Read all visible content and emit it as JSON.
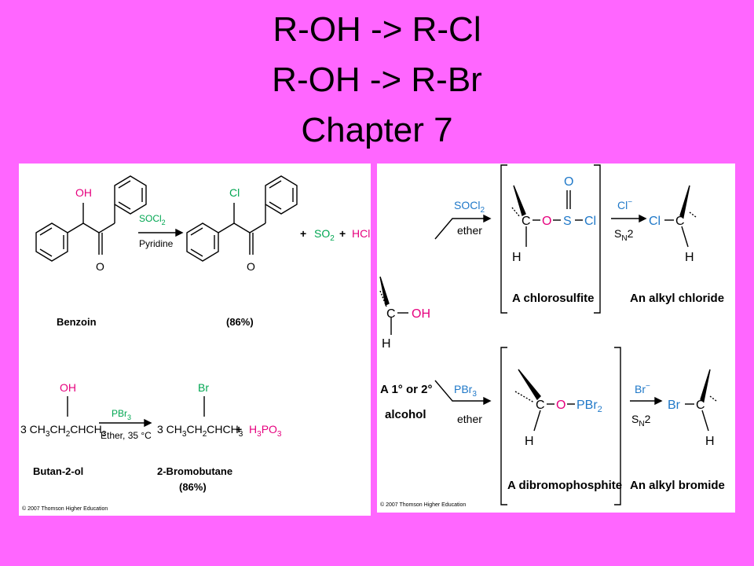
{
  "title": {
    "line1": "R-OH  ->  R-Cl",
    "line2": "R-OH  ->  R-Br",
    "line3": "Chapter 7"
  },
  "left_panel": {
    "benzoin": {
      "oh_label": "OH",
      "o_label": "O",
      "cl_label": "Cl",
      "product_o_label": "O",
      "reagent_main": "SOCl",
      "reagent_sub": "2",
      "solvent": "Pyridine",
      "plus1": "+",
      "so2_main": "SO",
      "so2_sub": "2",
      "plus2": "+",
      "hcl": "HCl",
      "reactant_name": "Benzoin",
      "yield": "(86%)"
    },
    "butanol": {
      "oh_label": "OH",
      "br_label": "Br",
      "reactant_formula": "3 CH",
      "reagent_main": "PBr",
      "reagent_sub": "3",
      "conditions": "Ether, 35 °C",
      "product_formula": "3 CH",
      "plus": "+",
      "h3po3": "H",
      "reactant_name": "Butan-2-ol",
      "product_name": "2-Bromobutane",
      "yield": "(86%)"
    },
    "copyright": "© 2007 Thomson Higher Education"
  },
  "right_panel": {
    "alcohol_label_1": "A 1° or 2°",
    "alcohol_label_2": "alcohol",
    "oh": "OH",
    "c": "C",
    "h": "H",
    "top": {
      "reagent_main": "SOCl",
      "reagent_sub": "2",
      "solvent": "ether",
      "o": "O",
      "s": "S",
      "cl": "Cl",
      "o_top": "O",
      "intermediate_name": "A chlorosulfite",
      "nucleophile": "Cl",
      "sn2_main": "S",
      "sn2_sub": "N",
      "sn2_tail": "2",
      "product_cl": "Cl",
      "product_name": "An alkyl chloride"
    },
    "bottom": {
      "reagent_main": "PBr",
      "reagent_sub": "3",
      "solvent": "ether",
      "o": "O",
      "pbr2_main": "PBr",
      "pbr2_sub": "2",
      "intermediate_name": "A dibromophosphite",
      "nucleophile": "Br",
      "sn2_main": "S",
      "sn2_sub": "N",
      "sn2_tail": "2",
      "product_br": "Br",
      "product_name": "An alkyl bromide"
    },
    "copyright": "© 2007 Thomson Higher Education"
  },
  "colors": {
    "background": "#ff66ff",
    "magenta": "#e6007e",
    "green": "#00a651",
    "blue": "#1f78c8"
  }
}
